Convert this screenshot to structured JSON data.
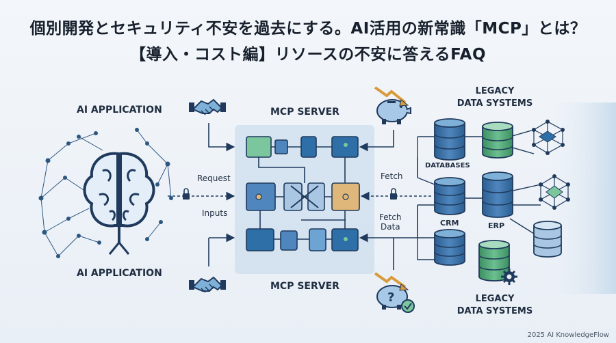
{
  "title": {
    "line1": "個別開発とセキュリティ不安を過去にする。AI活用の新常識「MCP」とは？",
    "line2": "【導入・コスト編】リソースの不安に答えるFAQ"
  },
  "labels": {
    "ai_app_top": "AI APPLICATION",
    "ai_app_bottom": "AI APPLICATION",
    "mcp_top": "MCP SERVER",
    "mcp_bottom": "MCP SERVER",
    "legacy_top_1": "LEGACY",
    "legacy_top_2": "DATA SYSTEMS",
    "legacy_bottom_1": "LEGACY",
    "legacy_bottom_2": "DATA SYSTEMS",
    "request": "Request",
    "inputs": "Inputs",
    "fetch": "Fetch",
    "fetch_data_1": "Fetch",
    "fetch_data_2": "Data",
    "databases": "DATABASES",
    "crm": "CRM",
    "erp": "ERP"
  },
  "credit": "2025 AI KnowledgeFlow",
  "colors": {
    "navy": "#1f3a5c",
    "blue": "#2f6fa8",
    "light_blue": "#7fb0d8",
    "green": "#5cb38a",
    "teal": "#3f9aa0",
    "panel": "#cddeee",
    "orange": "#d99a3a",
    "piggy": "#a7c8e6"
  },
  "icons": [
    "brain-icon",
    "network-icon",
    "handshake-icon",
    "piggy-bank-icon",
    "down-trend-arrow-icon",
    "lock-icon",
    "database-icon",
    "gear-icon",
    "check-icon",
    "question-icon",
    "circuit-module-icon"
  ]
}
